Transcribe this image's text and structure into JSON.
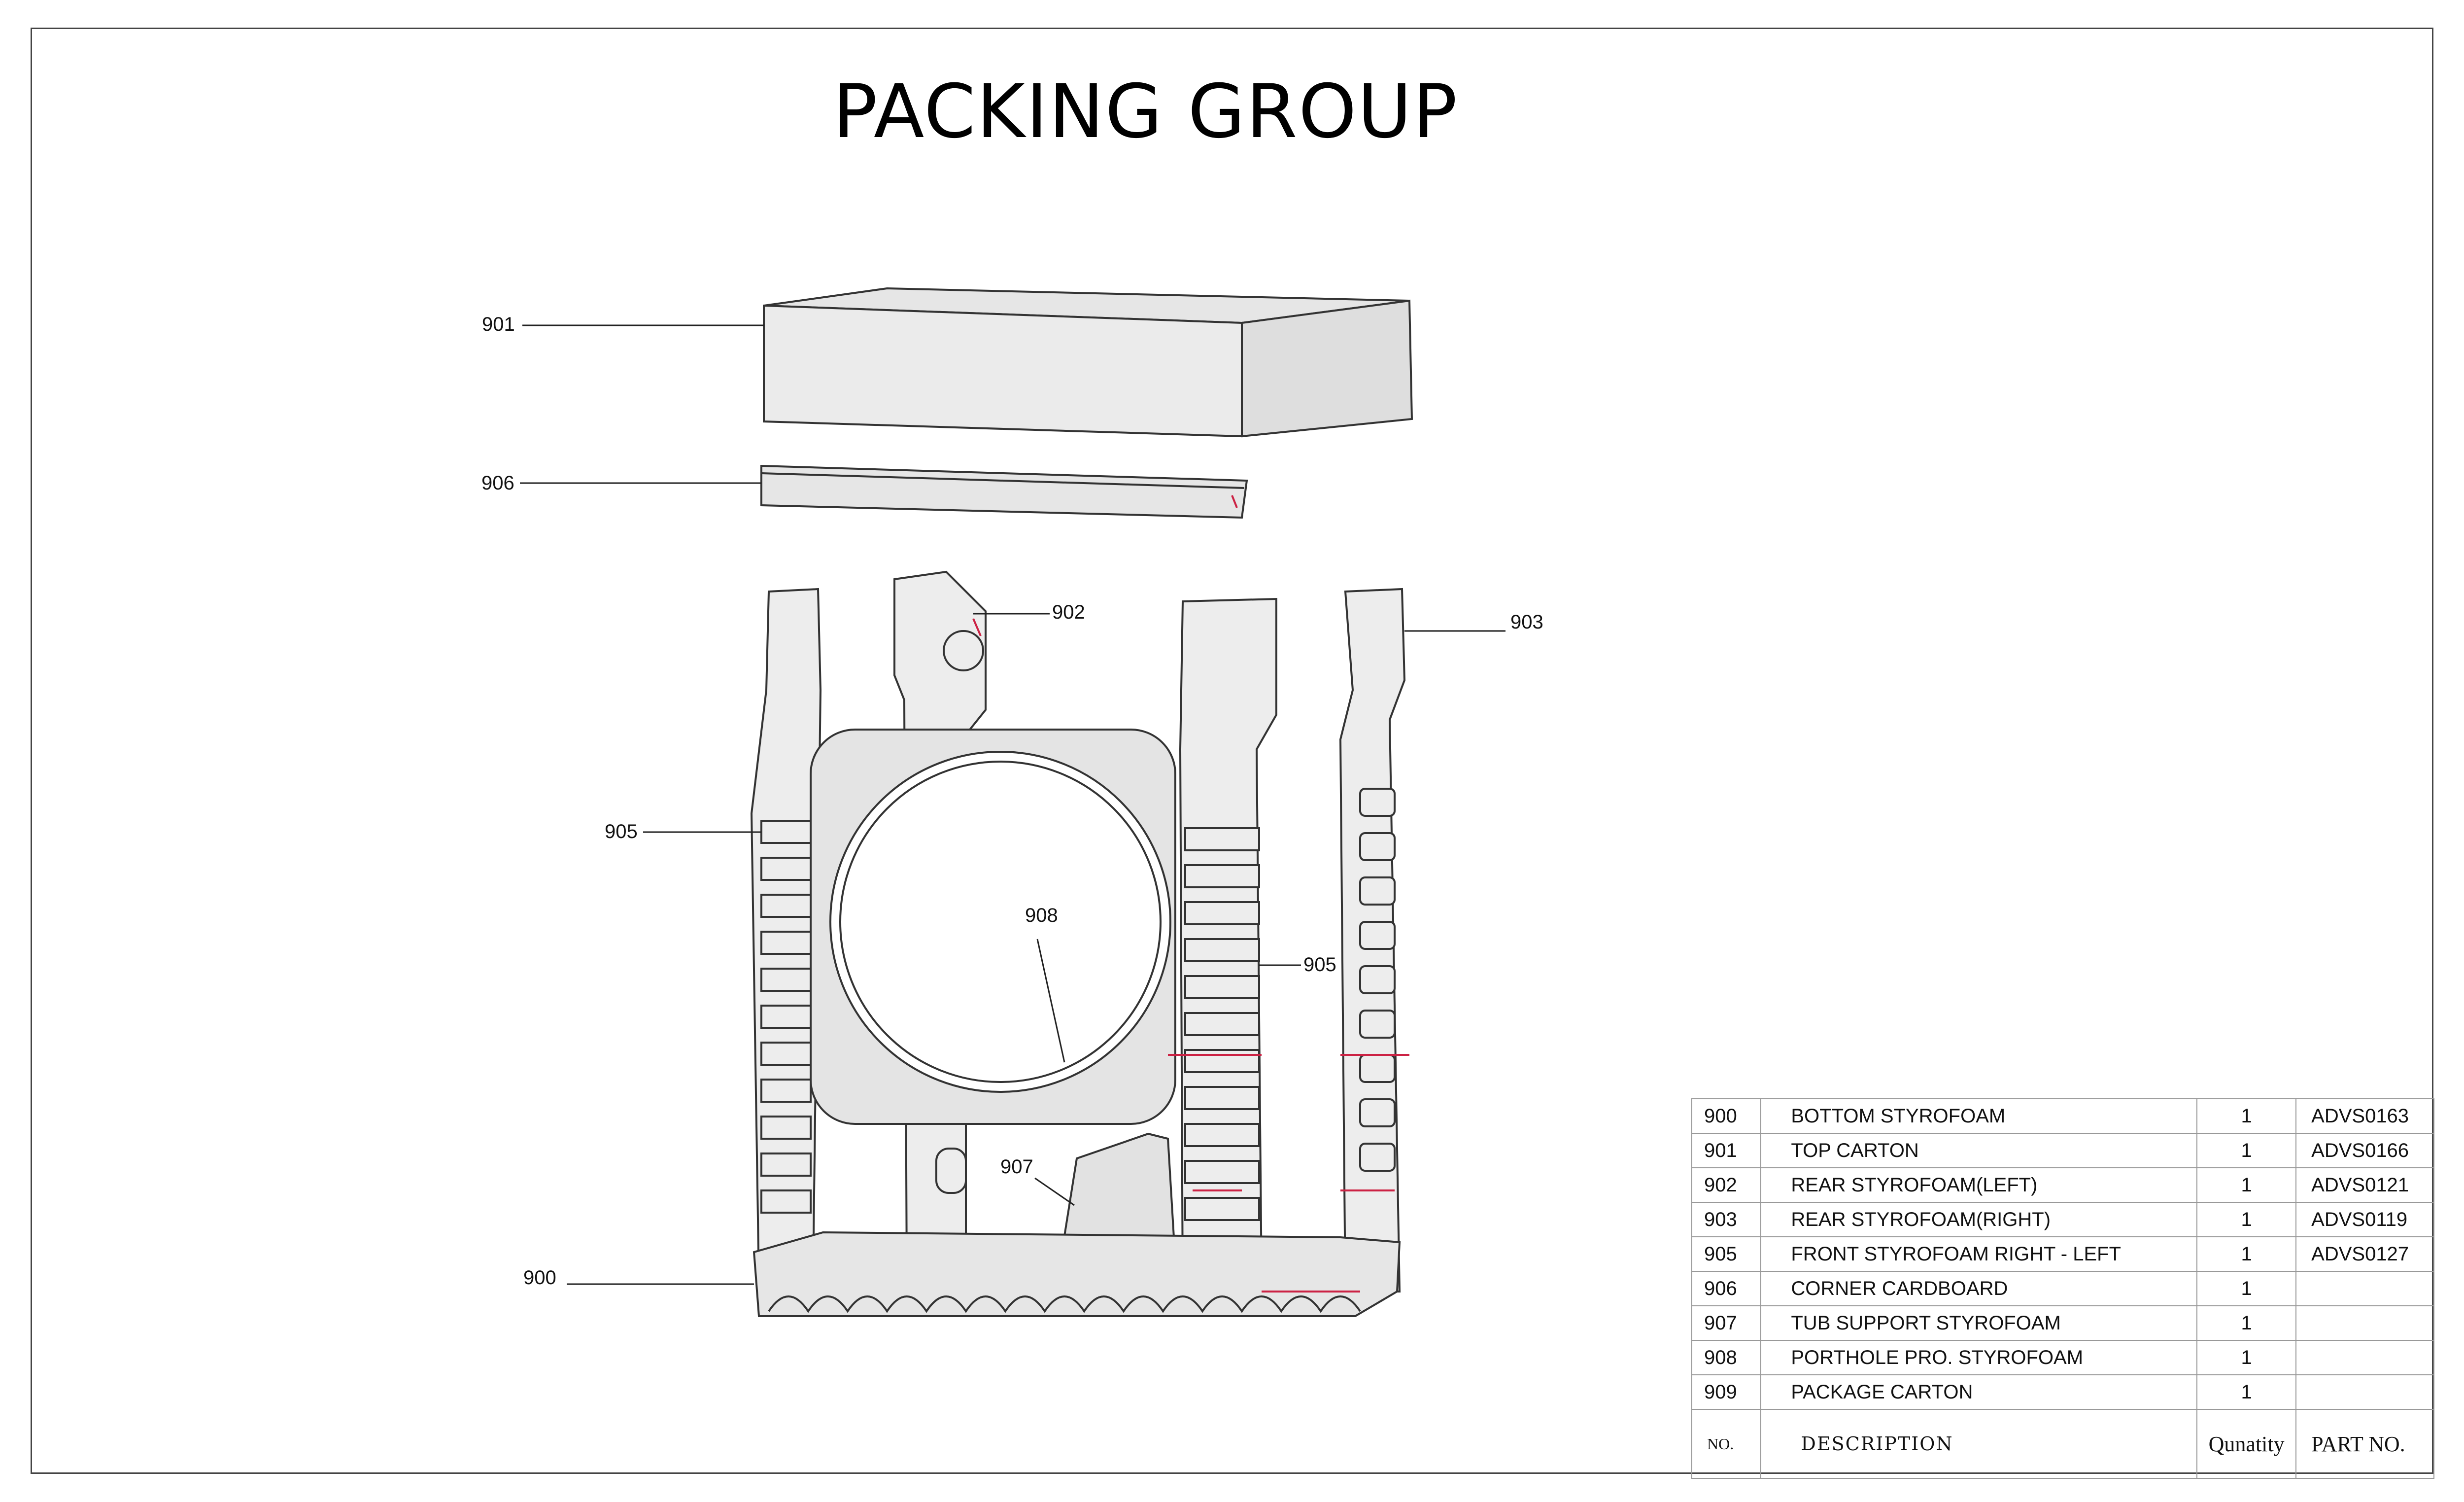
{
  "title": "PACKING GROUP",
  "callouts": {
    "c901": "901",
    "c906": "906",
    "c902": "902",
    "c903": "903",
    "c905a": "905",
    "c905b": "905",
    "c908": "908",
    "c907": "907",
    "c900": "900"
  },
  "table": {
    "rows": [
      {
        "no": "900",
        "description": "BOTTOM STYROFOAM",
        "qty": "1",
        "part": "ADVS0163"
      },
      {
        "no": "901",
        "description": "TOP CARTON",
        "qty": "1",
        "part": "ADVS0166"
      },
      {
        "no": "902",
        "description": "REAR STYROFOAM(LEFT)",
        "qty": "1",
        "part": "ADVS0121"
      },
      {
        "no": "903",
        "description": "REAR STYROFOAM(RIGHT)",
        "qty": "1",
        "part": "ADVS0119"
      },
      {
        "no": "905",
        "description": "FRONT STYROFOAM RIGHT - LEFT",
        "qty": "1",
        "part": "ADVS0127"
      },
      {
        "no": "906",
        "description": "CORNER CARDBOARD",
        "qty": "1",
        "part": ""
      },
      {
        "no": "907",
        "description": "TUB SUPPORT STYROFOAM",
        "qty": "1",
        "part": ""
      },
      {
        "no": "908",
        "description": "PORTHOLE PRO. STYROFOAM",
        "qty": "1",
        "part": ""
      },
      {
        "no": "909",
        "description": "PACKAGE CARTON",
        "qty": "1",
        "part": ""
      }
    ],
    "header": {
      "no": "NO.",
      "description": "DESCRIPTION",
      "qty": "Qunatity",
      "part": "PART NO."
    }
  },
  "colors": {
    "part_fill": "#e8e8e8",
    "outline": "#333333",
    "accent_mark": "#cc2244"
  }
}
